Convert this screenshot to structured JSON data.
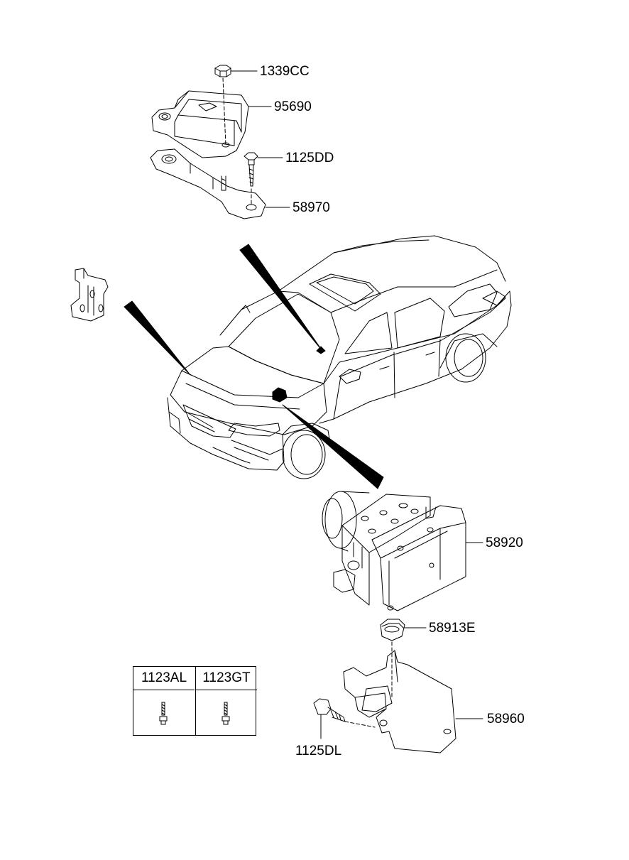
{
  "diagram": {
    "callouts": {
      "p1339CC": "1339CC",
      "p95690": "95690",
      "p1125DD": "1125DD",
      "p58970": "58970",
      "p58920": "58920",
      "p58913E": "58913E",
      "p58960": "58960",
      "p1125DL": "1125DL"
    },
    "fastener_table": {
      "columns": [
        "1123AL",
        "1123GT"
      ]
    }
  },
  "colors": {
    "line": "#000000",
    "background": "#ffffff"
  }
}
